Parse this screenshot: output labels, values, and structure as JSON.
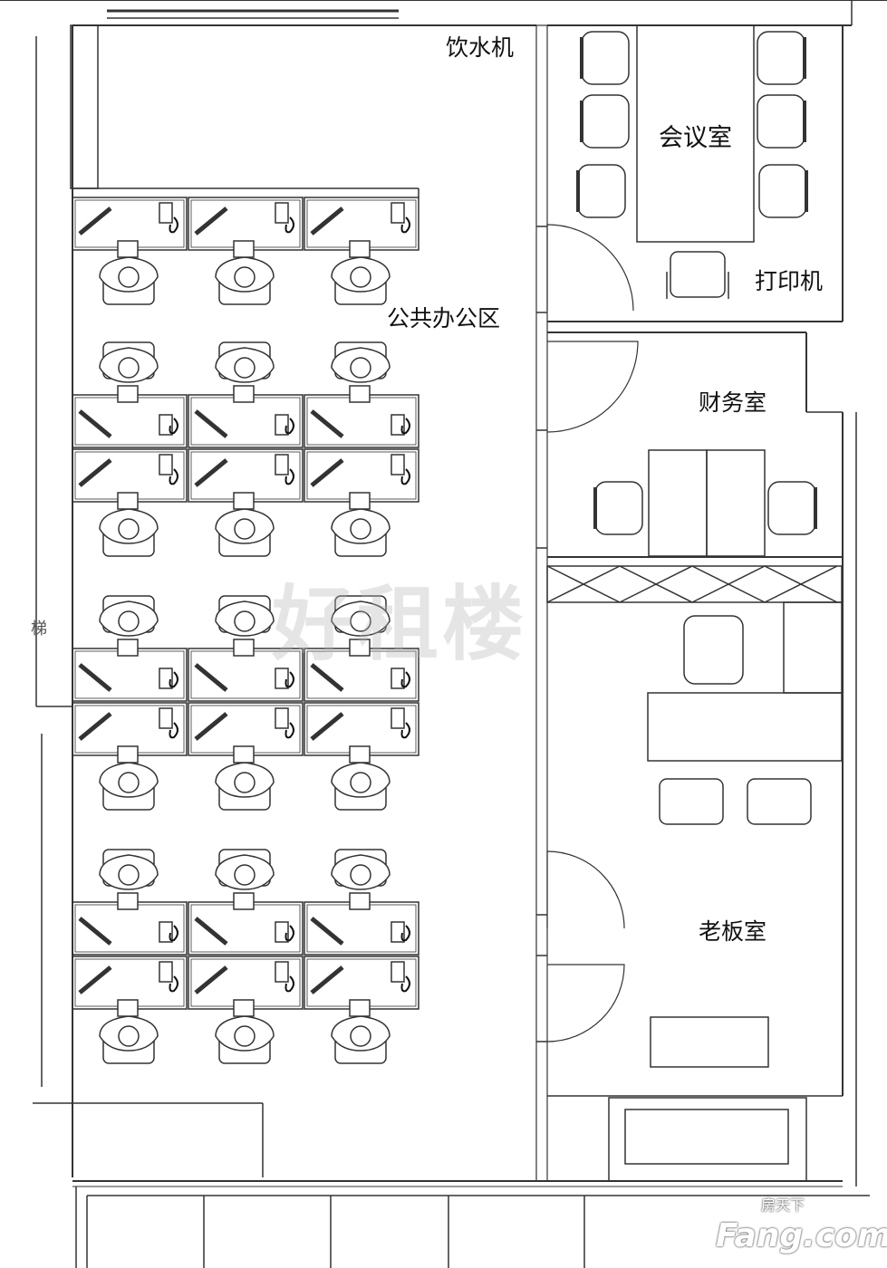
{
  "labels": {
    "water_dispenser": "饮水机",
    "meeting_room": "会议室",
    "printer": "打印机",
    "public_office": "公共办公区",
    "finance_room": "财务室",
    "boss_room": "老板室",
    "stairs": "梯"
  },
  "watermark": "好租楼",
  "logo": {
    "cn": "房天下",
    "en": "Fang.com"
  }
}
